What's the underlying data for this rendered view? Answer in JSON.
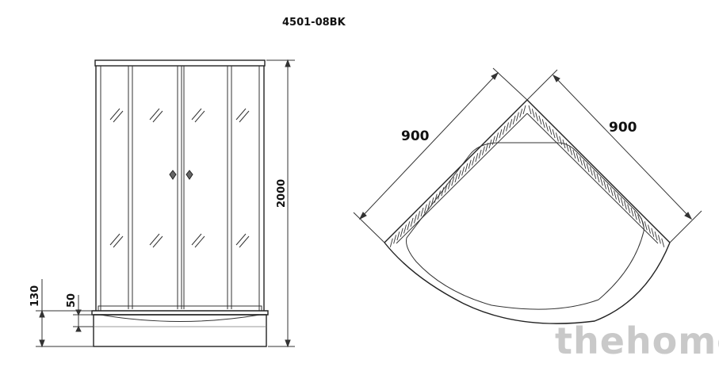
{
  "model_code": "4501-08BK",
  "front_view": {
    "height_label": "2000",
    "tray_height_label": "130",
    "foot_height_label": "50"
  },
  "top_view": {
    "side_a_label": "900",
    "side_b_label": "900"
  },
  "watermark": "thehome"
}
